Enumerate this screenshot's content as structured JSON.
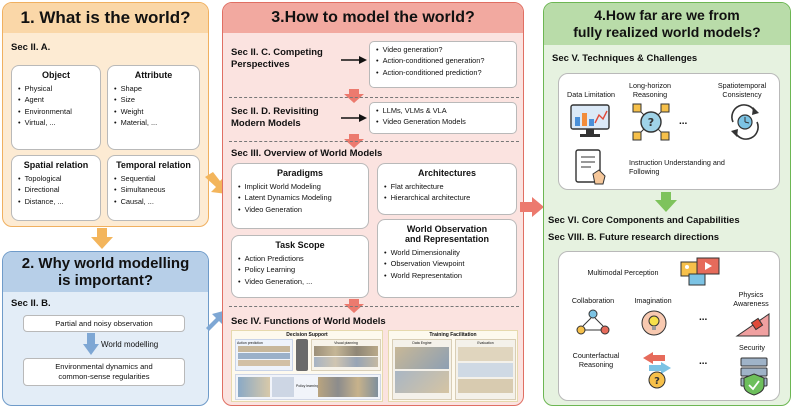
{
  "panel1": {
    "title": "1. What is the world?",
    "sec": "Sec II. A.",
    "object": {
      "title": "Object",
      "items": [
        "Physical",
        "Agent",
        "Environmental",
        "Virtual, ..."
      ]
    },
    "attribute": {
      "title": "Attribute",
      "items": [
        "Shape",
        "Size",
        "Weight",
        "Material, ..."
      ]
    },
    "spatial": {
      "title": "Spatial relation",
      "items": [
        "Topological",
        "Directional",
        "Distance, ..."
      ]
    },
    "temporal": {
      "title": "Temporal relation",
      "items": [
        "Sequential",
        "Simultaneous",
        "Causal, ..."
      ]
    }
  },
  "panel2": {
    "title_line1": "2. Why world modelling",
    "title_line2": "is important?",
    "sec": "Sec II. B.",
    "box1": "Partial and noisy observation",
    "arrow_label": "World modelling",
    "box2_line1": "Environmental dynamics and",
    "box2_line2": "common-sense regularities"
  },
  "panel3": {
    "title": "3.How to model the world?",
    "competing": {
      "sec_line1": "Sec II. C. Competing",
      "sec_line2": "Perspectives",
      "items": [
        "Video generation?",
        "Action-conditioned generation?",
        "Action-conditioned prediction?"
      ]
    },
    "revisiting": {
      "sec_line1": "Sec II. D. Revisiting",
      "sec_line2": "Modern Models",
      "items": [
        "LLMs, VLMs & VLA",
        "Video Generation Models"
      ]
    },
    "overview_sec": "Sec III. Overview of World Models",
    "paradigms": {
      "title": "Paradigms",
      "items": [
        "Implicit World Modeling",
        "Latent Dynamics Modeling",
        "Video Generation"
      ]
    },
    "architectures": {
      "title": "Architectures",
      "items": [
        "Flat architecture",
        "Hierarchical architecture"
      ]
    },
    "task_scope": {
      "title": "Task Scope",
      "items": [
        "Action Predictions",
        "Policy Learning",
        "Video Generation, ..."
      ]
    },
    "observation": {
      "title_line1": "World Observation",
      "title_line2": "and Representation",
      "items": [
        "World Dimensionality",
        "Observation Viewpoint",
        "World Representation"
      ]
    },
    "functions_sec": "Sec IV. Functions of World Models",
    "figure": {
      "decision_support": "Decision Support",
      "training_facilitation": "Training Facilitation",
      "action_prediction": "Action prediction",
      "visual_planning": "Visual planning",
      "policy_learning": "Policy learning",
      "data_engine": "Data Engine",
      "evaluation": "Evaluation"
    }
  },
  "panel4": {
    "title_line1": "4.How far are we from",
    "title_line2": "fully realized world models?",
    "sec_v": "Sec V. Techniques & Challenges",
    "challenges": {
      "data_limitation": "Data Limitation",
      "long_horizon_line1": "Long-horizon",
      "long_horizon_line2": "Reasoning",
      "spatiotemporal_line1": "Spatiotemporal",
      "spatiotemporal_line2": "Consistency",
      "ellipsis": "...",
      "instruction_line1": "Instruction Understanding and",
      "instruction_line2": "Following"
    },
    "sec_vi": "Sec VI. Core Components and Capabilities",
    "sec_viii": "Sec VIII. B. Future research directions",
    "future": {
      "multimodal": "Multimodal Perception",
      "collaboration": "Collaboration",
      "imagination": "Imagination",
      "physics_line1": "Physics",
      "physics_line2": "Awareness",
      "ellipsis": "...",
      "counterfactual_line1": "Counterfactual",
      "counterfactual_line2": "Reasoning",
      "security": "Security"
    }
  },
  "colors": {
    "panel1_bg": "#fdebd3",
    "panel1_hdr": "#fad7a8",
    "panel1_border": "#f0b060",
    "panel2_bg": "#e3edf7",
    "panel2_hdr": "#b7cfe8",
    "panel2_border": "#6f9bc9",
    "panel3_bg": "#fbe3e0",
    "panel3_hdr": "#f2a9a0",
    "panel3_border": "#e06f63",
    "panel4_bg": "#e6f2e0",
    "panel4_hdr": "#b9dca9",
    "panel4_border": "#6db653",
    "arrow_orange": "#f3b55c",
    "arrow_blue": "#7ea7d4",
    "arrow_red": "#ec7a6e",
    "arrow_green": "#7ec35c"
  }
}
